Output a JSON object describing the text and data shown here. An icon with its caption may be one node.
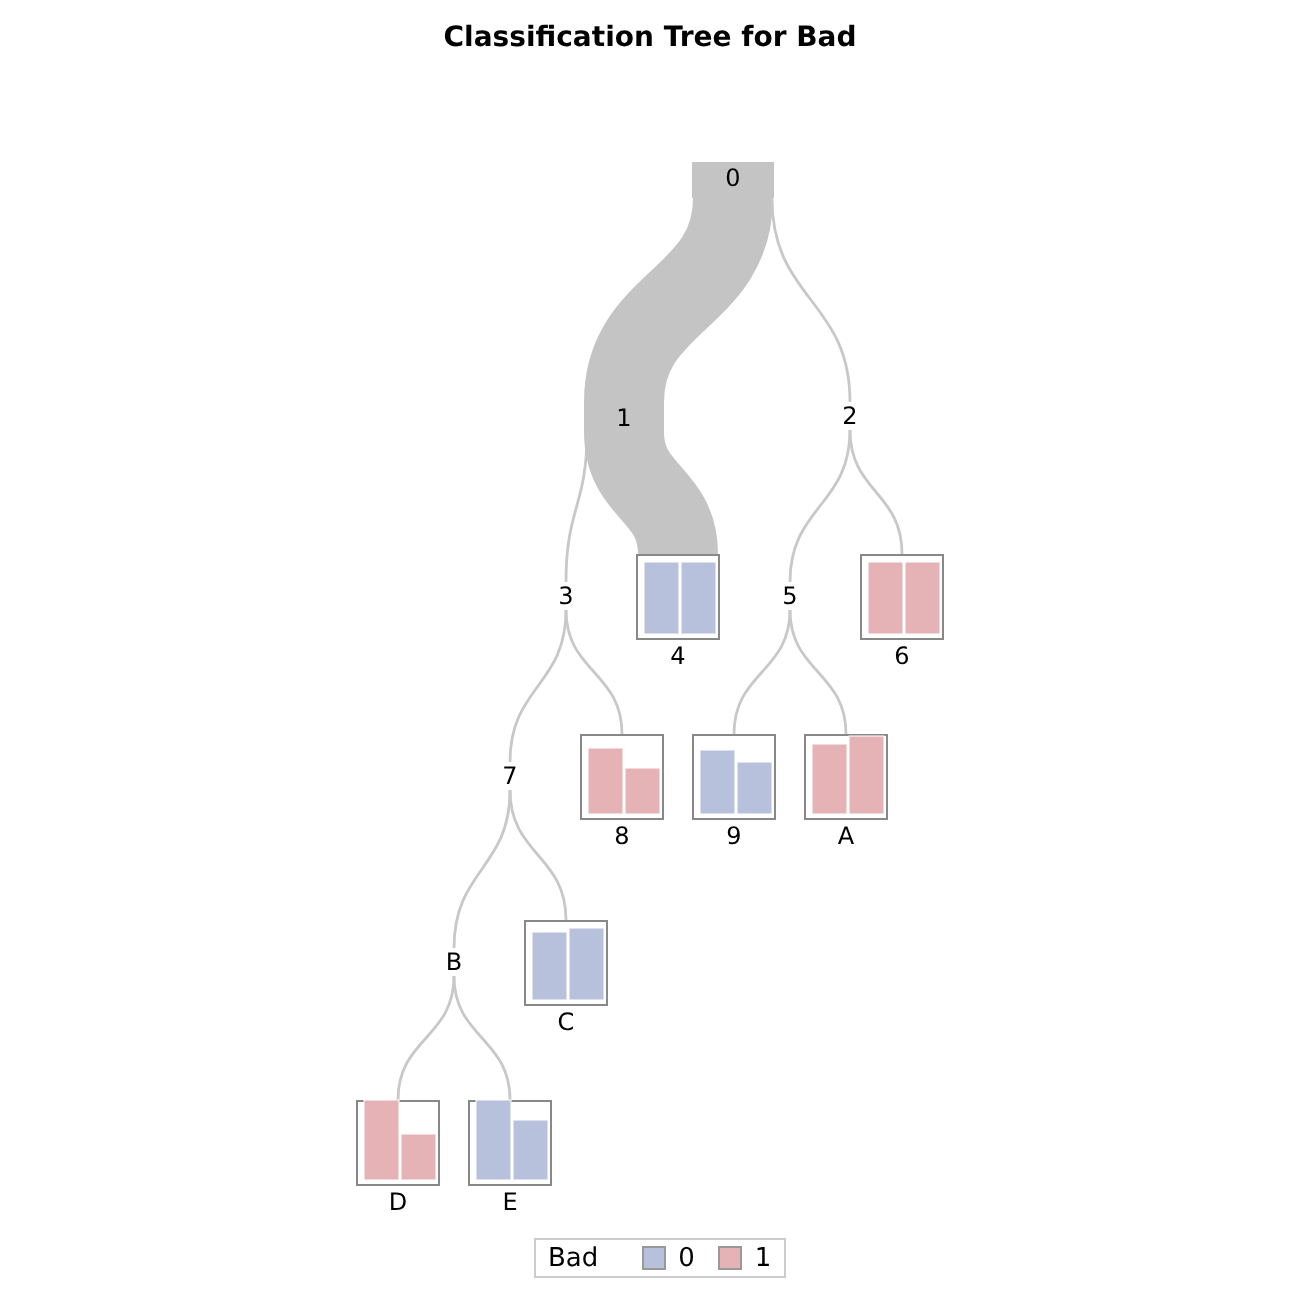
{
  "diagram": {
    "title": "Classification Tree for Bad",
    "nodes": [
      {
        "text": [
          "0"
        ]
      },
      {
        "text": [
          "1"
        ]
      },
      {
        "text": [
          "2"
        ]
      },
      {
        "text": [
          "3"
        ]
      },
      {
        "text": [
          "4"
        ]
      },
      {
        "text": [
          "5"
        ]
      },
      {
        "text": [
          "6"
        ]
      },
      {
        "text": [
          "7"
        ]
      },
      {
        "text": [
          "8"
        ]
      },
      {
        "text": [
          "9"
        ]
      },
      {
        "text": [
          "A"
        ]
      },
      {
        "text": [
          "B"
        ]
      },
      {
        "text": [
          "C"
        ]
      },
      {
        "text": [
          "D"
        ]
      },
      {
        "text": [
          "E"
        ]
      }
    ],
    "edges": [
      {
        "from": 0,
        "to": 1,
        "arrow": "none",
        "style": "thick"
      },
      {
        "from": 0,
        "to": 2,
        "arrow": "none"
      },
      {
        "from": 1,
        "to": 3,
        "arrow": "none"
      },
      {
        "from": 1,
        "to": 4,
        "arrow": "none",
        "style": "thick"
      },
      {
        "from": 2,
        "to": 5,
        "arrow": "none"
      },
      {
        "from": 2,
        "to": 6,
        "arrow": "none"
      },
      {
        "from": 3,
        "to": 7,
        "arrow": "none"
      },
      {
        "from": 3,
        "to": 8,
        "arrow": "none"
      },
      {
        "from": 5,
        "to": 9,
        "arrow": "none"
      },
      {
        "from": 5,
        "to": 10,
        "arrow": "none"
      },
      {
        "from": 7,
        "to": 11,
        "arrow": "none"
      },
      {
        "from": 7,
        "to": 12,
        "arrow": "none"
      },
      {
        "from": 11,
        "to": 13,
        "arrow": "none"
      },
      {
        "from": 11,
        "to": 14,
        "arrow": "none"
      }
    ],
    "labels": [
      "Bad"
    ],
    "legend": [
      {
        "text": "0",
        "color": "#b8c1dc"
      },
      {
        "text": "1",
        "color": "#e5b3b6"
      }
    ]
  }
}
